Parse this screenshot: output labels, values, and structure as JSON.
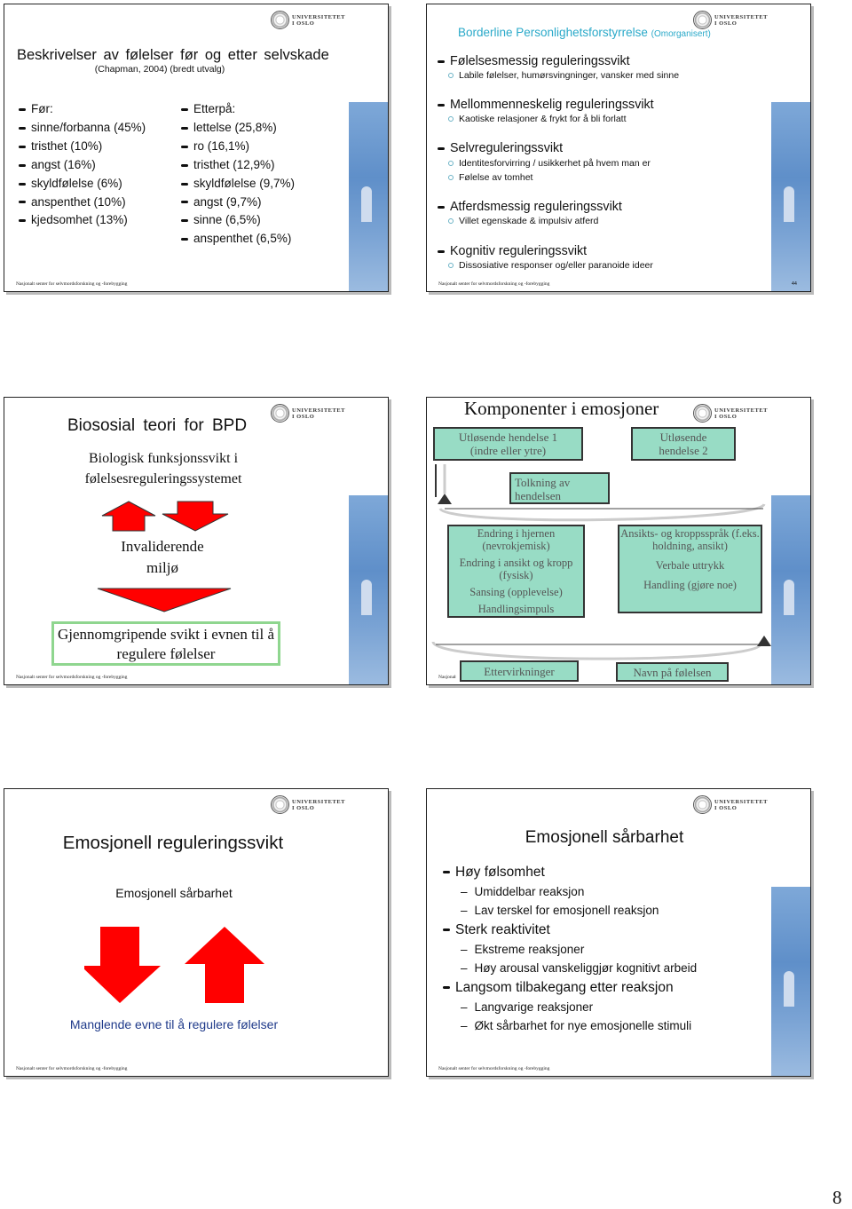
{
  "logo_text": "UNIVERSITETET\nI OSLO",
  "footer": "Nasjonalt senter for selvmordsforskning og -forebygging",
  "page_number": "8",
  "slide1": {
    "title": "Beskrivelser av følelser før og etter selvskade",
    "subtitle": "(Chapman, 2004) (bredt utvalg)",
    "left": [
      "Før:",
      "sinne/forbanna (45%)",
      "tristhet (10%)",
      "angst (16%)",
      "skyldfølelse (6%)",
      "anspenthet (10%)",
      "kjedsomhet (13%)"
    ],
    "right": [
      "Etterpå:",
      "lettelse (25,8%)",
      "ro (16,1%)",
      "tristhet (12,9%)",
      "skyldfølelse (9,7%)",
      "angst (9,7%)",
      "sinne (6,5%)",
      "anspenthet (6,5%)"
    ]
  },
  "slide2": {
    "title": "Borderline Personlighetsforstyrrelse",
    "title_tag": "(Omorganisert)",
    "sections": [
      {
        "heading": "Følelsesmessig reguleringssvikt",
        "items": [
          "Labile følelser, humørsvingninger, vansker med sinne"
        ]
      },
      {
        "heading": "Mellommenneskelig reguleringssvikt",
        "items": [
          "Kaotiske relasjoner & frykt for å bli forlatt"
        ]
      },
      {
        "heading": "Selvreguleringssvikt",
        "items": [
          "Identitesforvirring / usikkerhet på hvem man er",
          "Følelse av tomhet"
        ]
      },
      {
        "heading": "Atferdsmessig reguleringssvikt",
        "items": [
          "Villet egenskade & impulsiv atferd"
        ]
      },
      {
        "heading": "Kognitiv reguleringssvikt",
        "items": [
          "Dissosiative responser og/eller paranoide ideer"
        ]
      }
    ],
    "page": "44"
  },
  "slide3": {
    "title": "Biososial teori for BPD",
    "bio": "Biologisk funksjonssvikt i følelsesreguleringssystemet",
    "env": "Invaliderende miljø",
    "result": "Gjennomgripende svikt i evnen til å regulere følelser",
    "colors": {
      "arrow": "#ff0000",
      "result_border": "#8fd68f"
    }
  },
  "slide4": {
    "title": "Komponenter i emosjoner",
    "event1": "Utløsende hendelse 1 (indre eller ytre)",
    "event2": "Utløsende hendelse 2",
    "interpretation": "Tolkning av hendelsen",
    "inner": [
      "Endring i hjernen (nevrokjemisk)",
      "Endring i ansikt og kropp (fysisk)",
      "Sansing (opplevelse)",
      "Handlingsimpuls"
    ],
    "outer": [
      "Ansikts- og kroppsspråk (f.eks. holdning, ansikt)",
      "Verbale uttrykk",
      "Handling (gjøre noe)"
    ],
    "after": "Ettervirkninger",
    "name": "Navn på følelsen",
    "colors": {
      "box": "#98dcc5"
    }
  },
  "slide5": {
    "title": "Emosjonell reguleringssvikt",
    "top": "Emosjonell sårbarhet",
    "bottom": "Manglende evne til å regulere følelser",
    "colors": {
      "arrow": "#ff0000",
      "bottom_text": "#1f3a8a"
    }
  },
  "slide6": {
    "title": "Emosjonell sårbarhet",
    "items": [
      {
        "label": "Høy følsomhet",
        "subs": [
          "Umiddelbar reaksjon",
          "Lav terskel for emosjonell reaksjon"
        ]
      },
      {
        "label": "Sterk reaktivitet",
        "subs": [
          "Ekstreme reaksjoner",
          "Høy arousal vanskeliggjør kognitivt arbeid"
        ]
      },
      {
        "label": "Langsom tilbakegang etter reaksjon",
        "subs": [
          "Langvarige reaksjoner",
          "Økt sårbarhet for nye emosjonelle stimuli"
        ]
      }
    ]
  }
}
